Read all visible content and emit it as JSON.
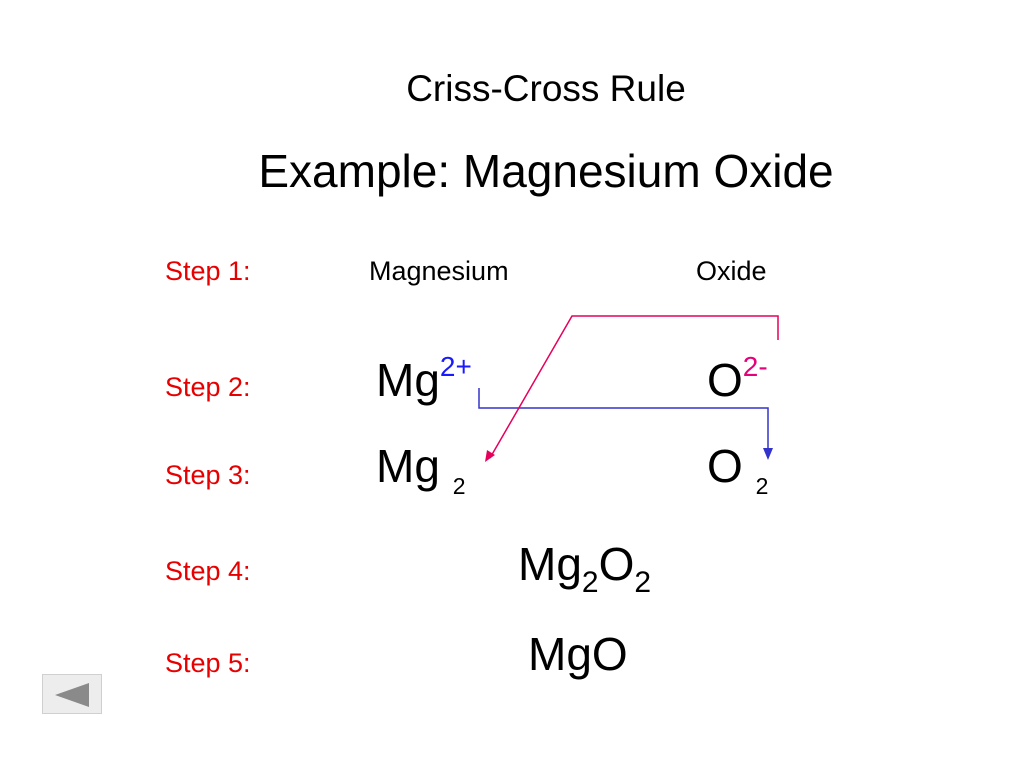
{
  "slide": {
    "title": "Criss-Cross Rule",
    "subtitle": "Example:  Magnesium Oxide"
  },
  "steps": [
    {
      "label": "Step 1:"
    },
    {
      "label": "Step 2:"
    },
    {
      "label": "Step 3:"
    },
    {
      "label": "Step 4:"
    },
    {
      "label": "Step 5:"
    }
  ],
  "step1": {
    "cation_name": "Magnesium",
    "anion_name": "Oxide"
  },
  "step2": {
    "cation_symbol": "Mg",
    "cation_charge": "2+",
    "anion_symbol": "O",
    "anion_charge": "2-"
  },
  "step3": {
    "cation_symbol": "Mg",
    "cation_subscript": "2",
    "anion_symbol": "O",
    "anion_subscript": "2"
  },
  "step4": {
    "cation_symbol": "Mg",
    "cation_subscript": "2",
    "anion_symbol": "O",
    "anion_subscript": "2"
  },
  "step5": {
    "formula": "MgO"
  },
  "colors": {
    "step_label": "#e60000",
    "cation_charge": "#1a1aff",
    "anion_charge": "#e6007a",
    "arrow_blue": "#3333cc",
    "arrow_pink": "#e6005c",
    "nav_button": "#ededed"
  },
  "icons": {
    "back_button": "triangle-left-icon"
  }
}
